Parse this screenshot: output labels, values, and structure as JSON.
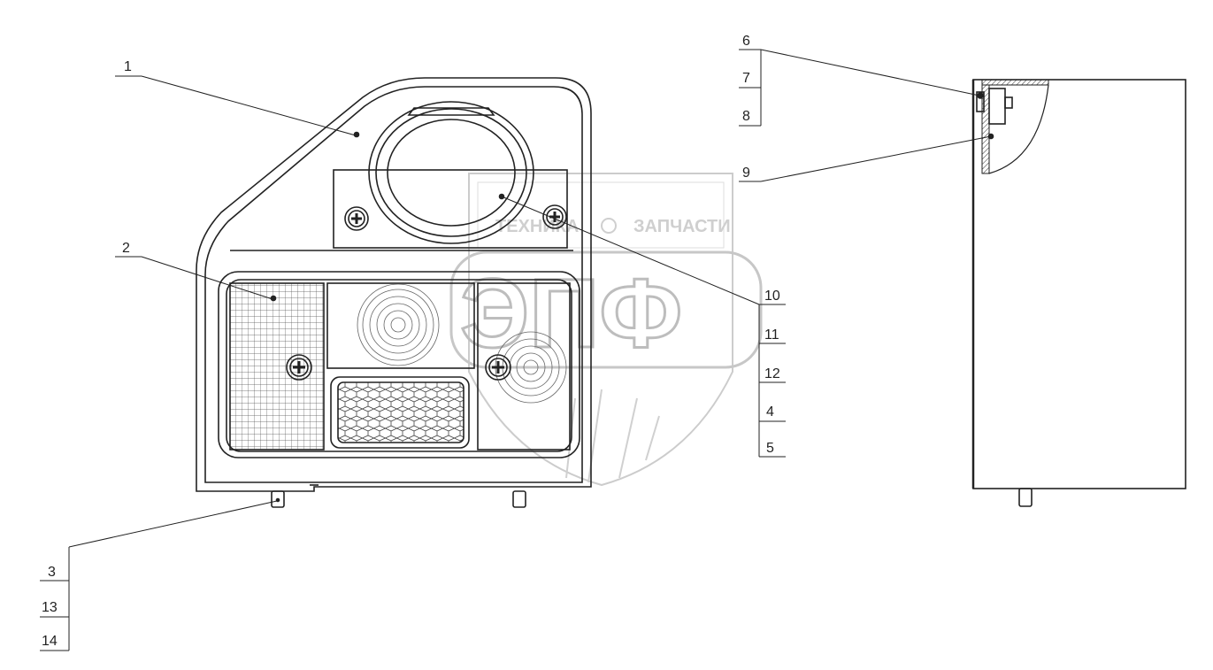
{
  "callouts": {
    "c1": "1",
    "c2": "2",
    "c3": "3",
    "c4": "4",
    "c5": "5",
    "c6": "6",
    "c7": "7",
    "c8": "8",
    "c9": "9",
    "c10": "10",
    "c11": "11",
    "c12": "12",
    "c13": "13",
    "c14": "14"
  },
  "watermark": {
    "left_word": "ТЕХНИКА",
    "right_word": "ЗАПЧАСТИ",
    "logo_letters": "ЭПФ"
  }
}
